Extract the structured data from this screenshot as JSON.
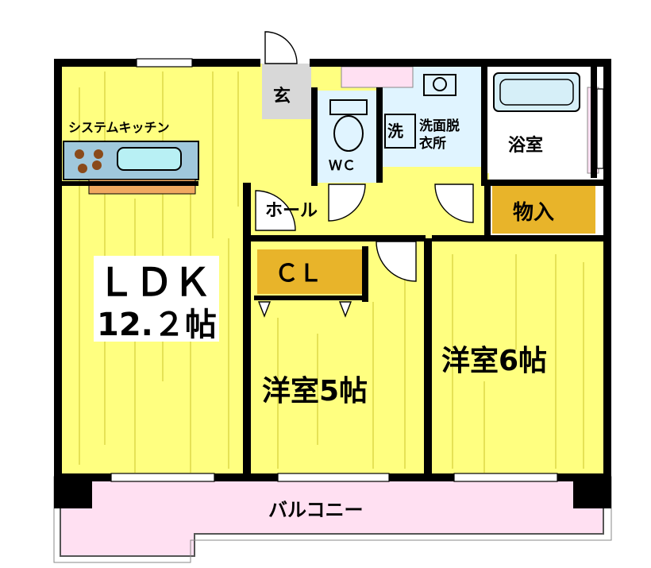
{
  "rooms": {
    "ldk_name": "ＬＤＫ",
    "ldk_size": "12.２帖",
    "kitchen": "システムキッチン",
    "entrance": "玄",
    "wc": "ＷＣ",
    "wash_mark": "洗",
    "washroom_line1": "洗面脱",
    "washroom_line2": "衣所",
    "bath": "浴室",
    "hall": "ホール",
    "storage": "物入",
    "closet": "ＣＬ",
    "room5": "洋室5帖",
    "room6": "洋室6帖",
    "balcony": "バルコニー"
  },
  "colors": {
    "room_fill": "#ffff80",
    "hatch": "#d4cf3a",
    "wall": "#000000",
    "balcony_fill": "#ffe0f2",
    "storage_fill": "#e8b42a",
    "wet_fill": "#e0f4ff",
    "entrance_fill": "#d8d8d8",
    "bath_fill": "#d6eff8"
  }
}
